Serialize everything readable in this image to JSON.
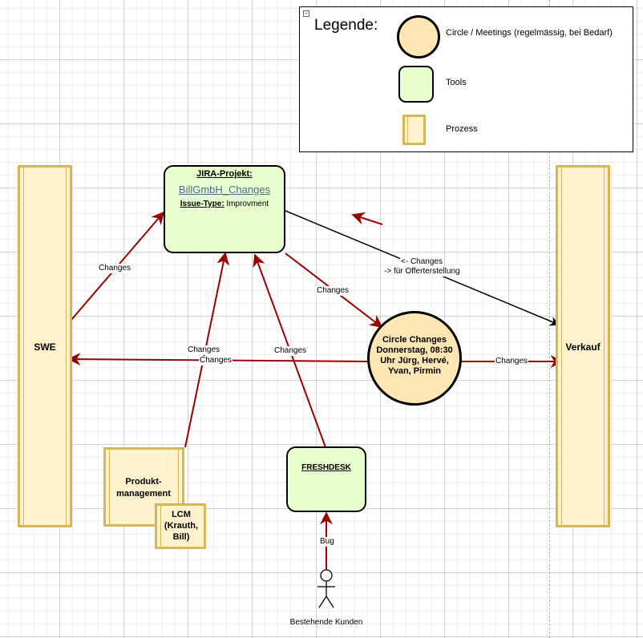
{
  "legend": {
    "title": "Legende:",
    "meeting": "Circle / Meetings (regelmässig, bei Bedarf)",
    "tools": "Tools",
    "process": "Prozess"
  },
  "nodes": {
    "jira_title": "JIRA-Projekt:",
    "jira_link": "BillGmbH_Changes",
    "jira_issue_label": "Issue-Type:",
    "jira_issue_value": "Improvment",
    "swe": "SWE",
    "verkauf": "Verkauf",
    "circle": "Circle Changes Donnerstag, 08:30 Uhr Jürg, Hervé, Yvan, Pirmin",
    "produkt": "Produkt-management",
    "lcm": "LCM (Krauth, Bill)",
    "freshdesk": "FRESHDESK",
    "kunden": "Bestehende Kunden"
  },
  "edges": {
    "swe_jira": "Changes",
    "jira_circle": "Changes",
    "verkauf_line1": "<- Changes",
    "verkauf_line2": "-> für Offerterstellung",
    "produkt_jira": "Changes",
    "circle_swe": "Changes",
    "freshdesk_jira": "Changes",
    "circle_verkauf": "Changes",
    "bug": "Bug"
  },
  "colors": {
    "arrow": "#990000",
    "process_fill": "#fff2cc",
    "process_border": "#d6b656",
    "tool_fill": "#e6ffcc",
    "meeting_fill": "#ffe6b3"
  }
}
